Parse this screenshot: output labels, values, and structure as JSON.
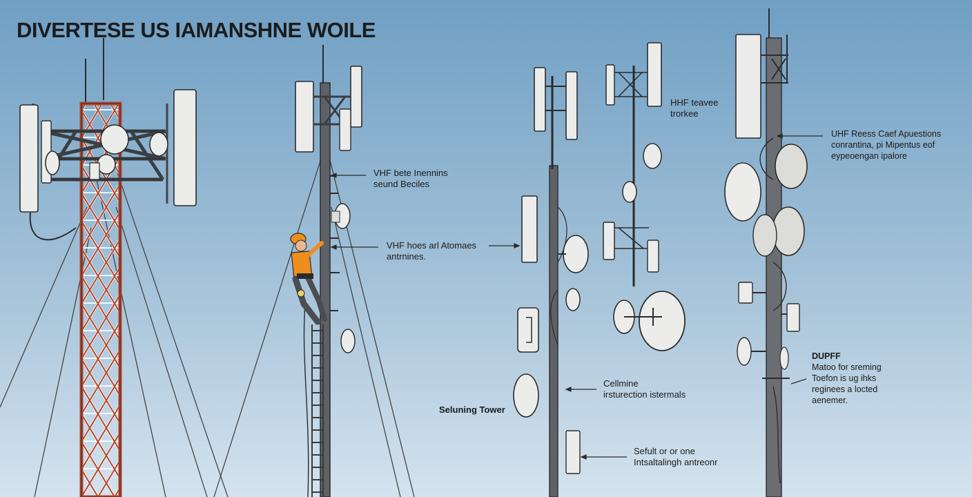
{
  "title": "DIVERTESE US IAMANSHNE WOILE",
  "colors": {
    "sky_top": "#6f9fc4",
    "sky_bottom": "#d4e3ee",
    "lattice_red": "#b5472c",
    "steel": "#5e6266",
    "panel": "#ececea",
    "outline": "#2b2b2b",
    "worker_vest": "#ee8e1e"
  },
  "labels": [
    {
      "id": "vhf-bete",
      "lines": [
        "VHF bete Inennins",
        "seund Beciles"
      ]
    },
    {
      "id": "vhf-hoes",
      "lines": [
        "VHF hoes arl Atomaes",
        "antrnines."
      ]
    },
    {
      "id": "hhf",
      "lines": [
        "HHF teavee",
        "trorkee"
      ]
    },
    {
      "id": "uhf",
      "lines": [
        "UHF Reess Caef Apuestions",
        "conrantina, pi Mipentus eof",
        "eypeoengan ipalore"
      ]
    },
    {
      "id": "cellmine",
      "lines": [
        "Cellmine",
        "irsturection istermals"
      ]
    },
    {
      "id": "selunings",
      "lines": [
        "Seluning Tower"
      ]
    },
    {
      "id": "sefult",
      "lines": [
        "Sefult or or one",
        "Intsaltalingh antreonr"
      ]
    },
    {
      "id": "dupff",
      "lines": [
        "DUPFF",
        "Matoo for sreming",
        "Toefon is ug ihks",
        "reginees a locted",
        "aenemer."
      ]
    }
  ]
}
